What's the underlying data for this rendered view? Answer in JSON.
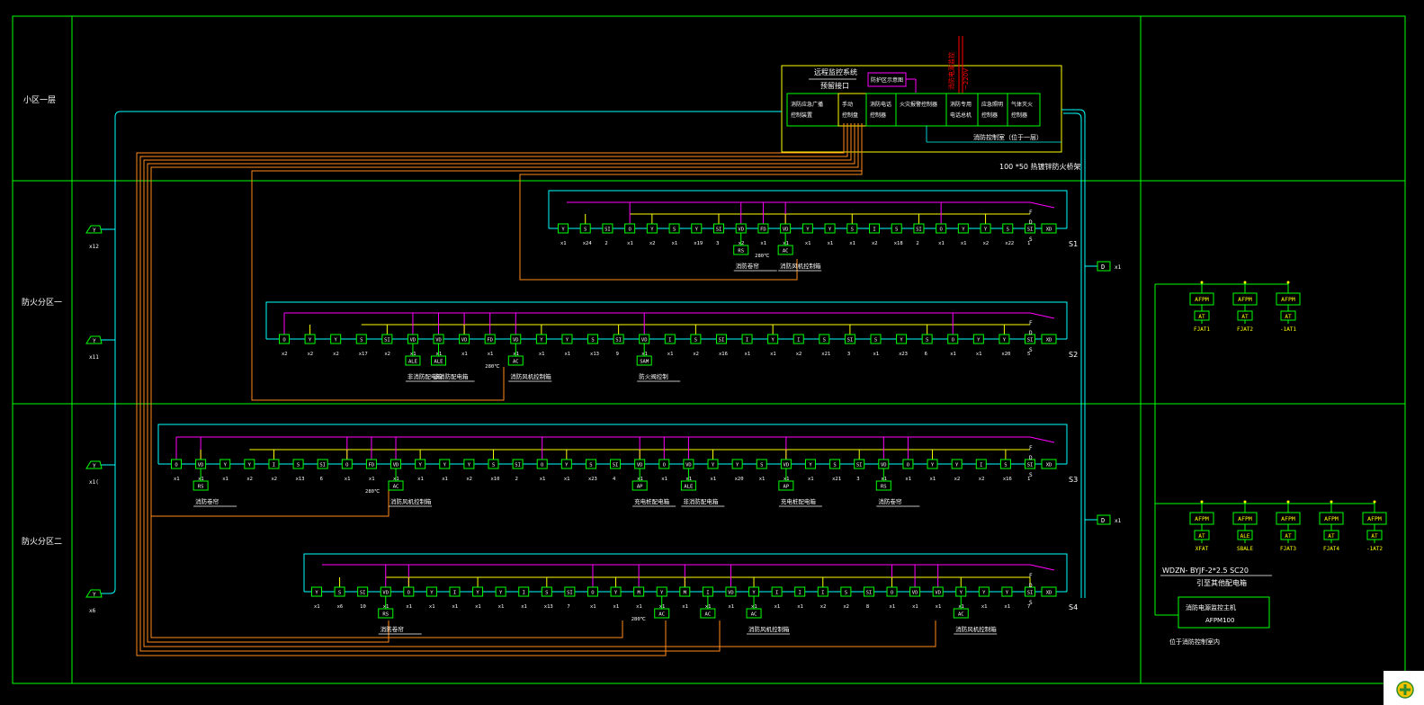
{
  "colors": {
    "background": "#000000",
    "frame": "#00ff00",
    "bus_cyan": "#00ffff",
    "bus_magenta": "#ff00ff",
    "bus_yellow": "#ffff00",
    "bus_orange": "#ff8c1a",
    "device": "#00ff00",
    "text": "#ffffff",
    "text_yellow": "#ffff00",
    "text_red": "#ff0000"
  },
  "zones": [
    {
      "label": "小区一层"
    },
    {
      "label": "防火分区一"
    },
    {
      "label": "防火分区二"
    }
  ],
  "control_room": {
    "title": "远程监控系统",
    "subtitle": "预留接口",
    "interface_label": "防护区示意图",
    "red_label_1": "消防电源监控",
    "red_label_2": "~220V",
    "bottom_label": "消防控制室（位于一层）",
    "cable_note": "100 *50 热镀锌防火桥架",
    "modules": [
      {
        "line1": "消防应急广播",
        "line2": "控制装置"
      },
      {
        "line1": "手动",
        "line2": "控制盘"
      },
      {
        "line1": "消防电话",
        "line2": "控制器"
      },
      {
        "line1": "火灾报警控制器",
        "line2": ""
      },
      {
        "line1": "消防专用",
        "line2": "电话总机"
      },
      {
        "line1": "应急照明",
        "line2": "控制器"
      },
      {
        "line1": "气体灭火",
        "line2": "控制器"
      }
    ]
  },
  "left_terminals": [
    {
      "symbol": "Y",
      "label": "x12"
    },
    {
      "symbol": "Y",
      "label": "x11"
    },
    {
      "symbol": "Y",
      "label": "x1("
    },
    {
      "symbol": "Y",
      "label": "x6"
    }
  ],
  "rows": [
    {
      "id": "S1",
      "devices": [
        {
          "sym": "Y",
          "q": "x1"
        },
        {
          "sym": "S",
          "q": "x24"
        },
        {
          "sym": "SI",
          "q": "2"
        },
        {
          "sym": "O",
          "q": "x1"
        },
        {
          "sym": "Y",
          "q": "x2"
        },
        {
          "sym": "S",
          "q": "x1"
        },
        {
          "sym": "Y",
          "q": "x19"
        },
        {
          "sym": "SI",
          "q": "3"
        },
        {
          "sym": "VD",
          "q": "x2"
        },
        {
          "sym": "FD",
          "q": "x1"
        },
        {
          "sym": "VD",
          "q": "x1"
        },
        {
          "sym": "Y",
          "q": "x1"
        },
        {
          "sym": "Y",
          "q": "x1"
        },
        {
          "sym": "S",
          "q": "x1"
        },
        {
          "sym": "I",
          "q": "x2"
        },
        {
          "sym": "S",
          "q": "x18"
        },
        {
          "sym": "SI",
          "q": "2"
        },
        {
          "sym": "O",
          "q": "x1"
        },
        {
          "sym": "Y",
          "q": "x1"
        },
        {
          "sym": "Y",
          "q": "x2"
        },
        {
          "sym": "S",
          "q": "x22"
        },
        {
          "sym": "SI",
          "q": "1"
        }
      ],
      "subs": [
        {
          "under": 8,
          "sym": "RS",
          "note": "消防卷帘"
        },
        {
          "under": 10,
          "sym": "AC",
          "note": "消防风机控制箱"
        }
      ],
      "temp": "280℃"
    },
    {
      "id": "S2",
      "devices": [
        {
          "sym": "O",
          "q": "x2"
        },
        {
          "sym": "Y",
          "q": "x2"
        },
        {
          "sym": "Y",
          "q": "x2"
        },
        {
          "sym": "S",
          "q": "x17"
        },
        {
          "sym": "SI",
          "q": "x2"
        },
        {
          "sym": "VD",
          "q": "x1"
        },
        {
          "sym": "VD",
          "q": "x1"
        },
        {
          "sym": "VD",
          "q": "x1"
        },
        {
          "sym": "FD",
          "q": "x1"
        },
        {
          "sym": "VD",
          "q": "x1"
        },
        {
          "sym": "Y",
          "q": "x1"
        },
        {
          "sym": "Y",
          "q": "x1"
        },
        {
          "sym": "S",
          "q": "x13"
        },
        {
          "sym": "SI",
          "q": "9"
        },
        {
          "sym": "VD",
          "q": "x1"
        },
        {
          "sym": "I",
          "q": "x1"
        },
        {
          "sym": "S",
          "q": "x2"
        },
        {
          "sym": "SI",
          "q": "x16"
        },
        {
          "sym": "I",
          "q": "x1"
        },
        {
          "sym": "Y",
          "q": "x1"
        },
        {
          "sym": "I",
          "q": "x2"
        },
        {
          "sym": "S",
          "q": "x21"
        },
        {
          "sym": "SI",
          "q": "3"
        },
        {
          "sym": "S",
          "q": "x1"
        },
        {
          "sym": "Y",
          "q": "x23"
        },
        {
          "sym": "S",
          "q": "6"
        },
        {
          "sym": "O",
          "q": "x1"
        },
        {
          "sym": "Y",
          "q": "x1"
        },
        {
          "sym": "Y",
          "q": "x20"
        },
        {
          "sym": "SI",
          "q": "5"
        }
      ],
      "subs": [
        {
          "under": 5,
          "sym": "ALE",
          "note": "非消防配电箱"
        },
        {
          "under": 6,
          "sym": "ALE",
          "note": "非消防配电箱"
        },
        {
          "under": 9,
          "sym": "AC",
          "note": "消防风机控制箱"
        },
        {
          "under": 14,
          "sym": "SAM",
          "note": "防火阀控制"
        }
      ],
      "temp": "280℃"
    },
    {
      "id": "S3",
      "devices": [
        {
          "sym": "O",
          "q": "x1"
        },
        {
          "sym": "VD",
          "q": "x1"
        },
        {
          "sym": "Y",
          "q": "x1"
        },
        {
          "sym": "Y",
          "q": "x2"
        },
        {
          "sym": "I",
          "q": "x2"
        },
        {
          "sym": "S",
          "q": "x13"
        },
        {
          "sym": "SI",
          "q": "6"
        },
        {
          "sym": "O",
          "q": "x1"
        },
        {
          "sym": "FD",
          "q": "x1"
        },
        {
          "sym": "VD",
          "q": "x1"
        },
        {
          "sym": "Y",
          "q": "x1"
        },
        {
          "sym": "Y",
          "q": "x1"
        },
        {
          "sym": "Y",
          "q": "x2"
        },
        {
          "sym": "S",
          "q": "x10"
        },
        {
          "sym": "SI",
          "q": "2"
        },
        {
          "sym": "O",
          "q": "x1"
        },
        {
          "sym": "Y",
          "q": "x1"
        },
        {
          "sym": "S",
          "q": "x23"
        },
        {
          "sym": "SI",
          "q": "4"
        },
        {
          "sym": "VD",
          "q": "x1"
        },
        {
          "sym": "O",
          "q": "x1"
        },
        {
          "sym": "VD",
          "q": "x1"
        },
        {
          "sym": "Y",
          "q": "x1"
        },
        {
          "sym": "Y",
          "q": "x20"
        },
        {
          "sym": "S",
          "q": "x1"
        },
        {
          "sym": "VD",
          "q": "x1"
        },
        {
          "sym": "Y",
          "q": "x1"
        },
        {
          "sym": "S",
          "q": "x21"
        },
        {
          "sym": "SI",
          "q": "3"
        },
        {
          "sym": "VD",
          "q": "x1"
        },
        {
          "sym": "O",
          "q": "x1"
        },
        {
          "sym": "Y",
          "q": "x1"
        },
        {
          "sym": "Y",
          "q": "x2"
        },
        {
          "sym": "I",
          "q": "x2"
        },
        {
          "sym": "S",
          "q": "x16"
        },
        {
          "sym": "SI",
          "q": "1"
        }
      ],
      "subs": [
        {
          "under": 1,
          "sym": "RS",
          "note": "消防卷帘"
        },
        {
          "under": 9,
          "sym": "AC",
          "note": "消防风机控制箱"
        },
        {
          "under": 19,
          "sym": "AP",
          "note": "充电桩配电箱"
        },
        {
          "under": 21,
          "sym": "ALE",
          "note": "非消防配电箱"
        },
        {
          "under": 25,
          "sym": "AP",
          "note": "充电桩配电箱"
        },
        {
          "under": 29,
          "sym": "RS",
          "note": "消防卷帘"
        }
      ],
      "temp": "280℃"
    },
    {
      "id": "S4",
      "devices": [
        {
          "sym": "Y",
          "q": "x1"
        },
        {
          "sym": "S",
          "q": "x6"
        },
        {
          "sym": "SI",
          "q": "10"
        },
        {
          "sym": "VD",
          "q": "x1"
        },
        {
          "sym": "O",
          "q": "x1"
        },
        {
          "sym": "Y",
          "q": "x1"
        },
        {
          "sym": "I",
          "q": "x1"
        },
        {
          "sym": "Y",
          "q": "x1"
        },
        {
          "sym": "Y",
          "q": "x1"
        },
        {
          "sym": "I",
          "q": "x1"
        },
        {
          "sym": "S",
          "q": "x13"
        },
        {
          "sym": "SI",
          "q": "7"
        },
        {
          "sym": "O",
          "q": "x1"
        },
        {
          "sym": "Y",
          "q": "x1"
        },
        {
          "sym": "M",
          "q": "x1"
        },
        {
          "sym": "Y",
          "q": "x1"
        },
        {
          "sym": "M",
          "q": "x1"
        },
        {
          "sym": "I",
          "q": "x1"
        },
        {
          "sym": "VD",
          "q": "x1"
        },
        {
          "sym": "Y",
          "q": "x1"
        },
        {
          "sym": "I",
          "q": "x1"
        },
        {
          "sym": "I",
          "q": "x1"
        },
        {
          "sym": "I",
          "q": "x2"
        },
        {
          "sym": "S",
          "q": "x2"
        },
        {
          "sym": "SI",
          "q": "8"
        },
        {
          "sym": "O",
          "q": "x1"
        },
        {
          "sym": "VD",
          "q": "x1"
        },
        {
          "sym": "VD",
          "q": "x1"
        },
        {
          "sym": "Y",
          "q": "x1"
        },
        {
          "sym": "Y",
          "q": "x1"
        },
        {
          "sym": "Y",
          "q": "x1"
        },
        {
          "sym": "SI",
          "q": "7"
        }
      ],
      "subs": [
        {
          "under": 3,
          "sym": "RS",
          "note": "消防卷帘"
        },
        {
          "under": 15,
          "sym": "AC",
          "note": ""
        },
        {
          "under": 17,
          "sym": "AC",
          "note": ""
        },
        {
          "under": 19,
          "sym": "AC",
          "note": "消防风机控制箱"
        },
        {
          "under": 28,
          "sym": "AC",
          "note": "消防风机控制箱"
        }
      ],
      "temp": "280℃"
    }
  ],
  "row_tail": {
    "f": "F",
    "d": "D",
    "s": "S",
    "box": "XD"
  },
  "riser_taps": [
    {
      "sym": "D",
      "q": "x1"
    },
    {
      "sym": "D",
      "q": "x1"
    }
  ],
  "right_panel": {
    "group1": [
      {
        "top": "AFPM",
        "mid": "AT",
        "label": "FJAT1"
      },
      {
        "top": "AFPM",
        "mid": "AT",
        "label": "FJAT2"
      },
      {
        "top": "AFPM",
        "mid": "AT",
        "label": "-1AT1"
      }
    ],
    "group2": [
      {
        "top": "AFPM",
        "mid": "AT",
        "label": "XFAT"
      },
      {
        "top": "AFPM",
        "mid": "ALE",
        "label": "SBALE"
      },
      {
        "top": "AFPM",
        "mid": "AT",
        "label": "FJAT3"
      },
      {
        "top": "AFPM",
        "mid": "AT",
        "label": "FJAT4"
      },
      {
        "top": "AFPM",
        "mid": "AT",
        "label": "-1AT2"
      }
    ],
    "cable": "WDZN- BYJF-2*2.5  SC20",
    "cable_note": "引至其他配电箱",
    "host_line1": "消防电源监控主机",
    "host_line2": "AFPM100",
    "host_note": "位于消防控制室内"
  },
  "corner_icon": "plus-icon"
}
